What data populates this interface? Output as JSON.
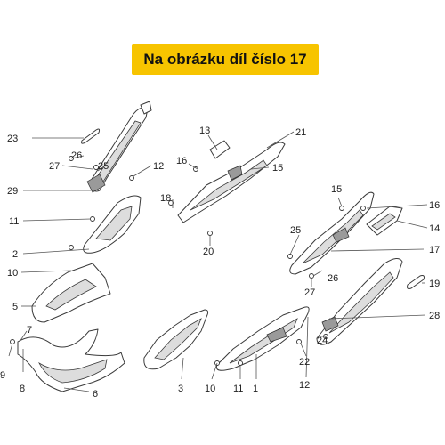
{
  "header": {
    "title": "Na obrázku díl číslo 17"
  },
  "accent_color": "#f7c400",
  "callouts": [
    "23",
    "26",
    "27",
    "25",
    "12",
    "29",
    "11",
    "2",
    "10",
    "5",
    "7",
    "9",
    "8",
    "6",
    "13",
    "21",
    "16",
    "15",
    "18",
    "20",
    "15",
    "16",
    "14",
    "25",
    "17",
    "26",
    "27",
    "19",
    "28",
    "24",
    "22",
    "3",
    "10",
    "11",
    "1",
    "12"
  ]
}
